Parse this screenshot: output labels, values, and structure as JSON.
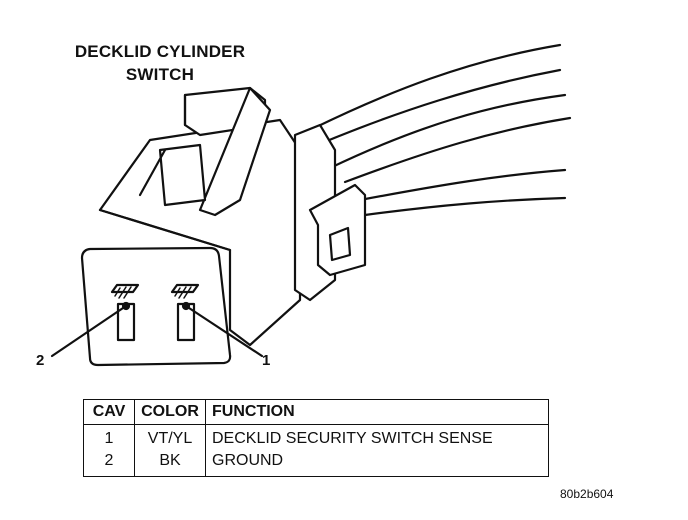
{
  "title_lines": [
    "DECKLID CYLINDER",
    "SWITCH"
  ],
  "pin_labels": {
    "pin1": "1",
    "pin2": "2"
  },
  "table": {
    "headers": [
      "CAV",
      "COLOR",
      "FUNCTION"
    ],
    "rows": [
      {
        "cav": "1",
        "color": "VT/YL",
        "function": "DECKLID SECURITY SWITCH SENSE"
      },
      {
        "cav": "2",
        "color": "BK",
        "function": "GROUND"
      }
    ]
  },
  "reference_code": "80b2b604"
}
